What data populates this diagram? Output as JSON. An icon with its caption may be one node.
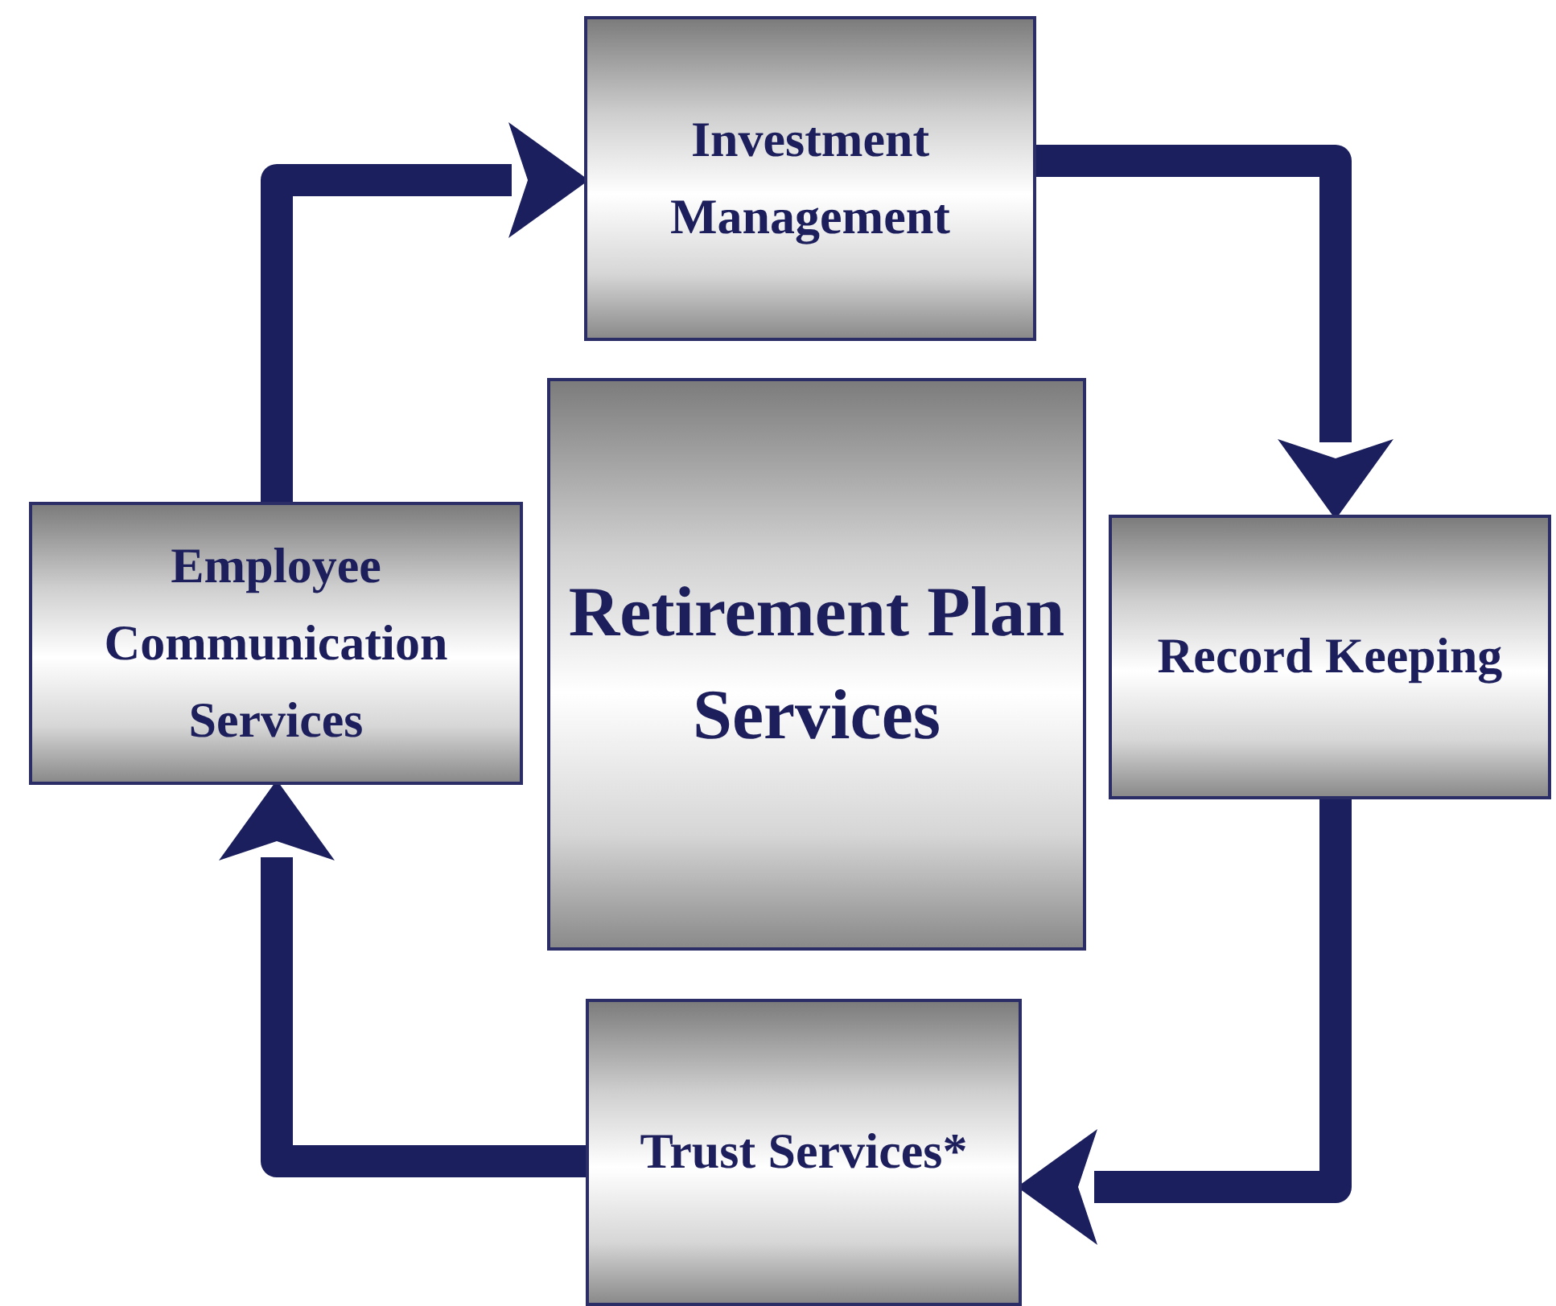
{
  "diagram": {
    "nodes": [
      {
        "text": [
          "Investment Management"
        ]
      },
      {
        "text": [
          "Retirement Plan Services"
        ]
      },
      {
        "text": [
          "Record Keeping"
        ]
      },
      {
        "text": [
          "Trust Services*"
        ]
      },
      {
        "text": [
          "Employee Communication Services"
        ]
      }
    ],
    "edges": [
      {
        "from": 0,
        "to": 2,
        "arrow": "to"
      },
      {
        "from": 2,
        "to": 3,
        "arrow": "to"
      },
      {
        "from": 3,
        "to": 4,
        "arrow": "to"
      },
      {
        "from": 4,
        "to": 0,
        "arrow": "to"
      }
    ]
  }
}
